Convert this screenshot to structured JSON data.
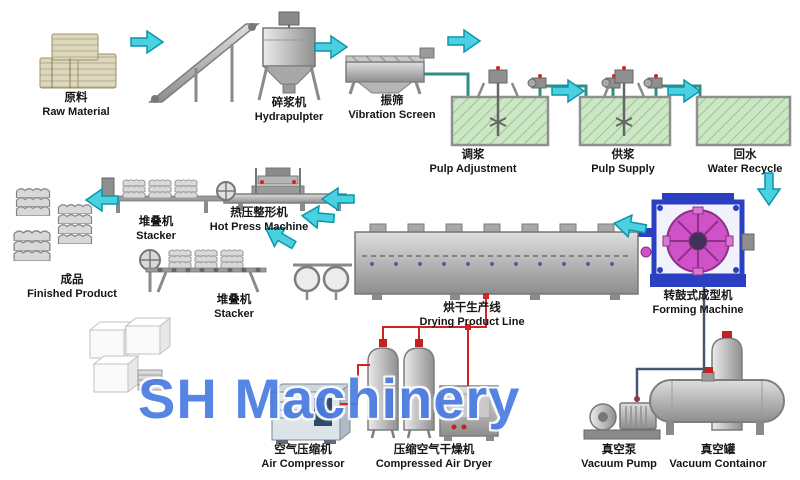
{
  "watermark": "SH Machinery",
  "colors": {
    "arrow_cyan": "#4ad0e0",
    "watermark_blue": "#4b7ce2",
    "pool_green": "#cde7c6",
    "forming_frame_blue": "#2a3fc2",
    "forming_drum_magenta": "#cf52c8",
    "pipe_teal": "#2f8f84",
    "pipe_red": "#d22222",
    "machine_gray": "#b9b9b9"
  },
  "stations": {
    "raw_material": {
      "zh": "原料",
      "en": "Raw Material"
    },
    "hydrapulpter": {
      "zh": "碎浆机",
      "en": "Hydrapulpter"
    },
    "vibration_screen": {
      "zh": "振筛",
      "en": "Vibration Screen"
    },
    "pulp_adjustment": {
      "zh": "调浆",
      "en": "Pulp Adjustment"
    },
    "pulp_supply": {
      "zh": "供浆",
      "en": "Pulp Supply"
    },
    "water_recycle": {
      "zh": "回水",
      "en": "Water Recycle"
    },
    "forming_machine": {
      "zh": "转鼓式成型机",
      "en": "Forming Machine"
    },
    "drying_line": {
      "zh": "烘干生产线",
      "en": "Drying Product Line"
    },
    "hot_press": {
      "zh": "热压整形机",
      "en": "Hot Press Machine"
    },
    "stacker_top": {
      "zh": "堆叠机",
      "en": "Stacker"
    },
    "stacker_bottom": {
      "zh": "堆叠机",
      "en": "Stacker"
    },
    "finished_product": {
      "zh": "成品",
      "en": "Finished Product"
    },
    "air_compressor": {
      "zh": "空气压缩机",
      "en": "Air Compressor"
    },
    "air_dryer": {
      "zh": "压缩空气干燥机",
      "en": "Compressed Air Dryer"
    },
    "vacuum_pump": {
      "zh": "真空泵",
      "en": "Vacuum Pump"
    },
    "vacuum_container": {
      "zh": "真空罐",
      "en": "Vacuum Containor"
    }
  }
}
